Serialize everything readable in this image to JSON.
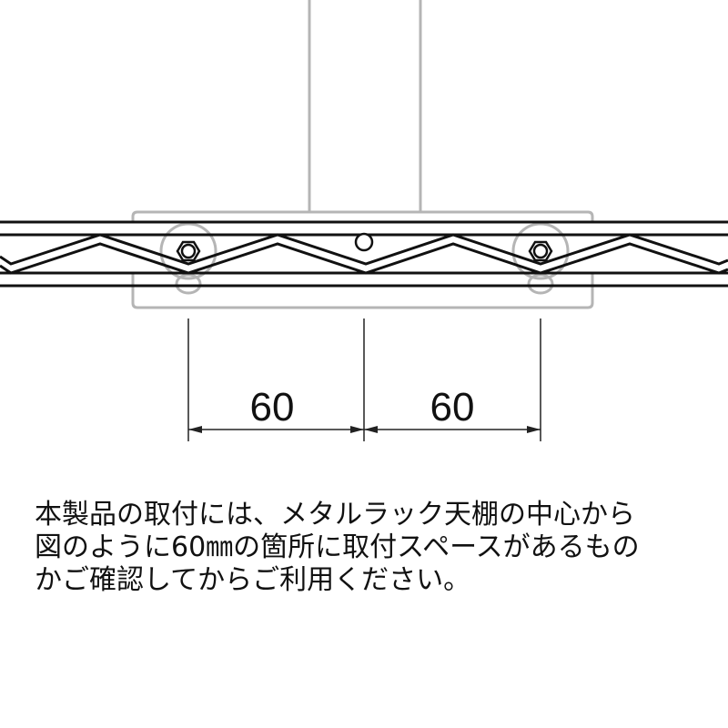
{
  "diagram": {
    "dimensions": {
      "left_label": "60",
      "right_label": "60"
    },
    "colors": {
      "rack_line": "#111111",
      "bracket_line": "#b5b5b5",
      "dimension_line": "#222222"
    }
  },
  "note": {
    "lines": [
      "本製品の取付には、メタルラック天棚の中心から",
      "図のように60㎜の箇所に取付スペースがあるもの",
      "かご確認してからご利用ください。"
    ]
  }
}
